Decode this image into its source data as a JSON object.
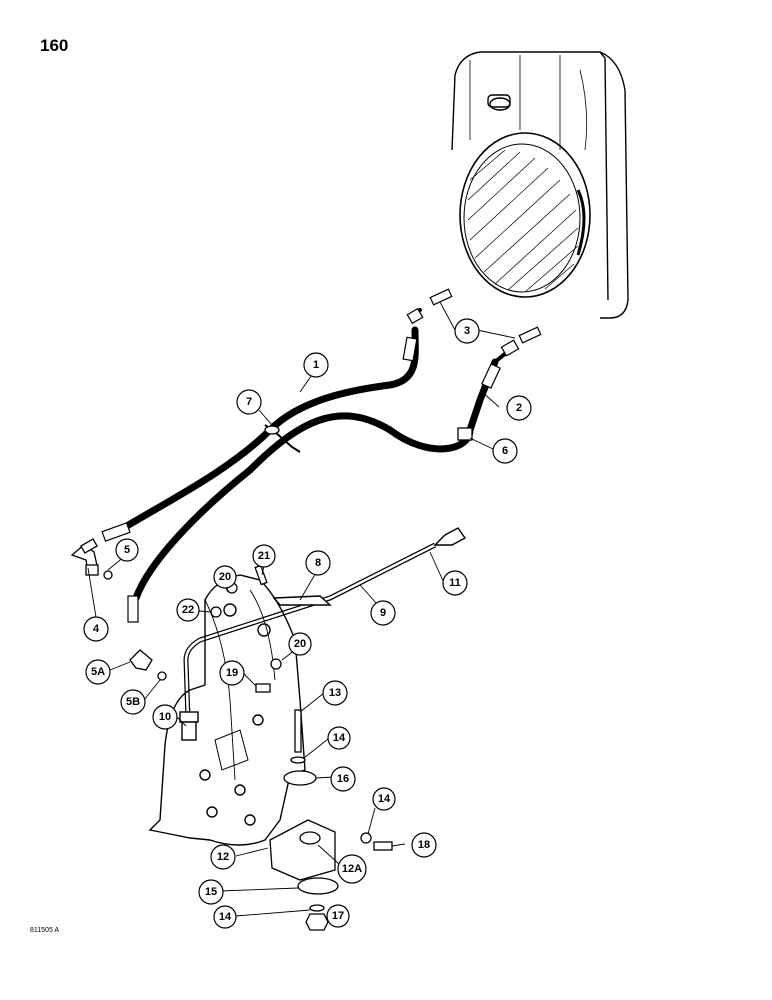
{
  "page": {
    "number": "160",
    "figure_code": "811505 A"
  },
  "callouts": [
    {
      "id": "c1",
      "label": "1"
    },
    {
      "id": "c2",
      "label": "2"
    },
    {
      "id": "c3",
      "label": "3"
    },
    {
      "id": "c4",
      "label": "4"
    },
    {
      "id": "c5",
      "label": "5"
    },
    {
      "id": "c5a",
      "label": "5A"
    },
    {
      "id": "c5b",
      "label": "5B"
    },
    {
      "id": "c6",
      "label": "6"
    },
    {
      "id": "c7",
      "label": "7"
    },
    {
      "id": "c8",
      "label": "8"
    },
    {
      "id": "c9",
      "label": "9"
    },
    {
      "id": "c10",
      "label": "10"
    },
    {
      "id": "c11",
      "label": "11"
    },
    {
      "id": "c12",
      "label": "12"
    },
    {
      "id": "c12a",
      "label": "12A"
    },
    {
      "id": "c13",
      "label": "13"
    },
    {
      "id": "c14a",
      "label": "14"
    },
    {
      "id": "c14b",
      "label": "14"
    },
    {
      "id": "c14c",
      "label": "14"
    },
    {
      "id": "c15",
      "label": "15"
    },
    {
      "id": "c16",
      "label": "16"
    },
    {
      "id": "c17",
      "label": "17"
    },
    {
      "id": "c18",
      "label": "18"
    },
    {
      "id": "c19",
      "label": "19"
    },
    {
      "id": "c20a",
      "label": "20"
    },
    {
      "id": "c20b",
      "label": "20"
    },
    {
      "id": "c21",
      "label": "21"
    },
    {
      "id": "c22",
      "label": "22"
    }
  ]
}
